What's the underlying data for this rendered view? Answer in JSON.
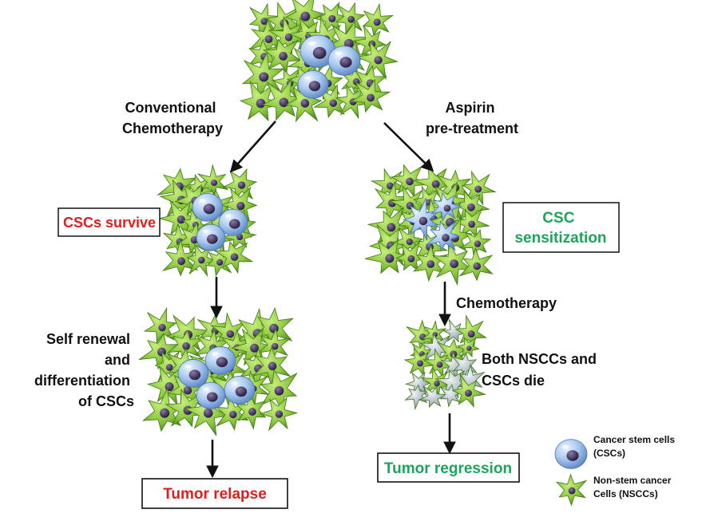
{
  "colors": {
    "nscc_fill": "#8cc63f",
    "nscc_dark": "#4e8a1e",
    "csc_fill": "#a9c9ef",
    "csc_dark": "#5b86c4",
    "nucleus": "#3d2a55",
    "red_text": "#e01e1e",
    "green_text": "#1aa55a"
  },
  "labels": {
    "left_branch": [
      "Conventional",
      "Chemotherapy"
    ],
    "right_branch": [
      "Aspirin",
      "pre-treatment"
    ],
    "csc_survive": "CSCs survive",
    "csc_sensitization": [
      "CSC",
      "sensitization"
    ],
    "chemotherapy": "Chemotherapy",
    "self_renewal": [
      "Self renewal",
      "and",
      "differentiation",
      "of CSCs"
    ],
    "both_die": [
      "Both NSCCs and",
      "CSCs die"
    ],
    "tumor_relapse": "Tumor relapse",
    "tumor_regression": "Tumor regression"
  },
  "legend": {
    "csc": [
      "Cancer stem cells",
      "(CSCs)"
    ],
    "nscc": [
      "Non-stem cancer",
      "Cells (NSCCs)"
    ]
  }
}
